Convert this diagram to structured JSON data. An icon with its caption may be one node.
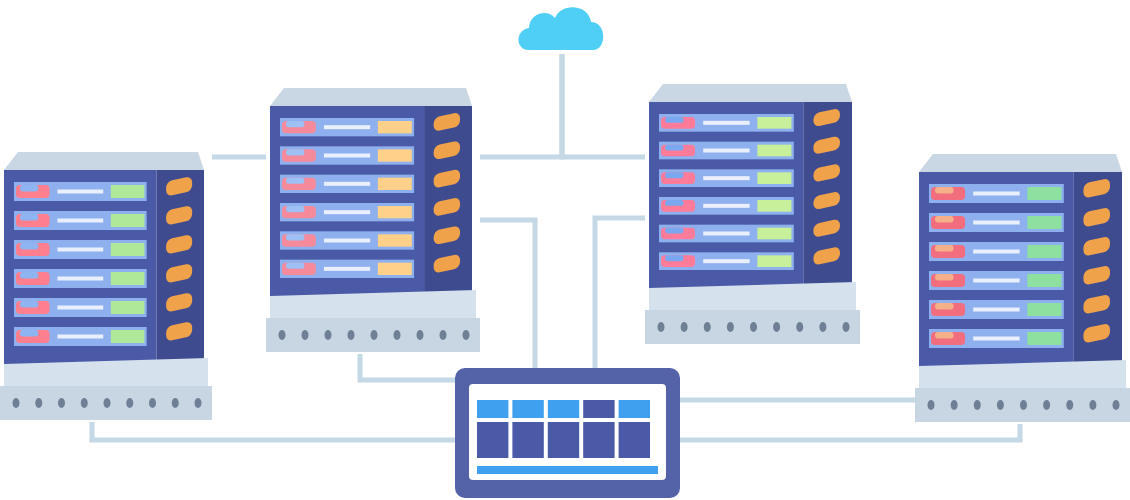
{
  "diagram": {
    "nodes": [
      {
        "text": [],
        "shape": "cloud"
      },
      {
        "text": [],
        "shape": "picture"
      },
      {
        "text": [],
        "shape": "picture"
      },
      {
        "text": [],
        "shape": "picture"
      },
      {
        "text": [],
        "shape": "picture"
      },
      {
        "text": [],
        "shape": "picture"
      }
    ],
    "edges": [
      {
        "from": 0,
        "to": 2,
        "arrow": "none"
      },
      {
        "from": 0,
        "to": 3,
        "arrow": "none"
      },
      {
        "from": 1,
        "to": 2,
        "arrow": "none"
      },
      {
        "from": 1,
        "to": 5,
        "arrow": "none"
      },
      {
        "from": 2,
        "to": 5,
        "arrow": "none"
      },
      {
        "from": 2,
        "to": 5,
        "arrow": "none"
      },
      {
        "from": 3,
        "to": 5,
        "arrow": "none"
      },
      {
        "from": 4,
        "to": 5,
        "arrow": "none"
      },
      {
        "from": 4,
        "to": 5,
        "arrow": "none"
      }
    ]
  }
}
